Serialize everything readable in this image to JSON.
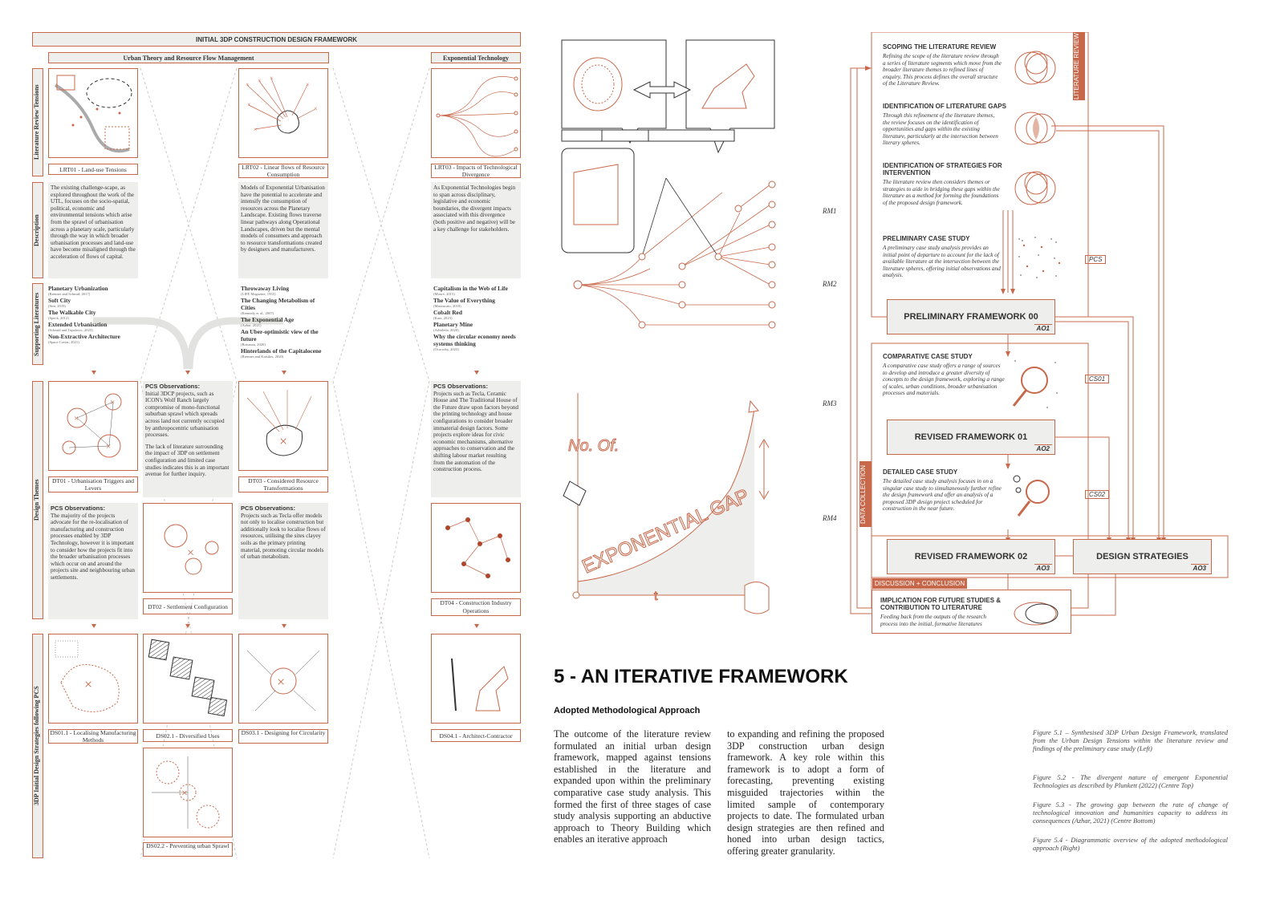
{
  "left_panel": {
    "title": "INITIAL 3DP CONSTRUCTION DESIGN FRAMEWORK",
    "col_header_urban": "Urban Theory and Resource Flow Management",
    "col_header_exp": "Exponential Technology",
    "row_labels": {
      "lrt": "Literature Review Tensions",
      "desc": "Description",
      "lit": "Supporting Literatures",
      "themes": "Design Themes",
      "strategies": "3DP Initial Design Strategies following PCS"
    },
    "lrt_labels": [
      "LRT01 - Land-use Tensions",
      "LRT02 - Linear flows of Resource Consumption",
      "LRT03 - Impacts of Technological Divergence"
    ],
    "descriptions": [
      "The existing challenge-scape, as explored throughout the work of the UTL, focuses on the socio-spatial, political, economic and environmental tensions which arise from the sprawl of urbanisation across a planetary scale, particularly through the way in which broader urbanisation processes and land-use have become misaligned through the acceleration of flows of capital.",
      "Models of Exponential Urbanisation have the potential to accelerate and intensify the consumption of resources across the Planetary Landscape. Existing flows traverse linear pathways along Operational Landscapes, driven but the mental models of consumers and approach to resource transformations created by designers and manufacturers.",
      "As Exponential Technologies begin to span across disciplinary, legislative and economic boundaries, the divergent impacts associated with this divergence (both positive and negative) will be a key challenge for stakeholders."
    ],
    "lit_col1": [
      {
        "t": "Planetary Urbanization",
        "r": "(Brenner and Schmid, 2017)"
      },
      {
        "t": "Soft City",
        "r": "(Sim, 2019)"
      },
      {
        "t": "The Walkable City",
        "r": "(Speck, 2012)"
      },
      {
        "t": "Extended Urbanisation",
        "r": "(Schmid and Topalovic, 2023)"
      },
      {
        "t": "Non-Extractive Architecture",
        "r": "(Space Caviar, 2021)"
      }
    ],
    "lit_col2": [
      {
        "t": "Throwaway Living",
        "r": "(LIFE Magazine, 1955)"
      },
      {
        "t": "The Changing Metabolism of Cities",
        "r": "(Kennedy et al., 2007)"
      },
      {
        "t": "The Exponential Age",
        "r": "(Azhar, 2021)"
      },
      {
        "t": "An Uber-optimistic view of the future",
        "r": "(Botsman, 2020)"
      },
      {
        "t": "Hinterlands of the Capitalocene",
        "r": "(Brenner and Katsikis, 2020)"
      }
    ],
    "lit_col3": [
      {
        "t": "Capitalism in the Web of Life",
        "r": "(Moore, 2015)"
      },
      {
        "t": "The Value of Everything",
        "r": "(Mazzucato, 2018)"
      },
      {
        "t": "Cobalt Red",
        "r": "(Kara, 2023)"
      },
      {
        "t": "Planetary Mine",
        "r": "(Arboleda, 2020)"
      },
      {
        "t": "Why the circular economy needs systems thinking",
        "r": "(Ocorroby, 2023)"
      }
    ],
    "pcs_obs_a_title": "PCS Observations:",
    "pcs_obs_a": "Initial 3DCP projects, such as ICON's Wolf Ranch largely compromise of mono-functional suburban sprawl which spreads across land not currently occupied by anthropocentric urbanisation processes.",
    "pcs_obs_a2": "The lack of literature surrounding the impact of 3DP on settlement configuration and limited case studies indicates this is an important avenue for further inquiry.",
    "pcs_obs_b_title": "PCS Observations:",
    "pcs_obs_b": "Projects such as Tecla, Ceramic House and The Traditional House of the Future draw upon factors beyond the printing technology and house configurations to consider broader immaterial design factors. Some projects explore ideas for civic economic mechanisms, alternative approaches to conservation and the shifting labour market resulting from the automation of the construction process.",
    "pcs_obs_c_title": "PCS Observations:",
    "pcs_obs_c": "The majority of the projects advocate for the re-localisation of manufacturing and construction processes enabled by 3DP Technology, however it is important to consider how the projects fit into the broader urbanisation processes which occur on and around the projects site and neighbouring urban settlements.",
    "pcs_obs_d_title": "PCS Observations:",
    "pcs_obs_d": "Projects such as Tecla offer models not only to localise construction but additionally look to localise flows of resources, utilising the sites clayey soils as the primary printing material, promoting circular models of urban metabolism.",
    "dt_labels": [
      "DT01 - Urbanisation Triggers and Levers",
      "DT03 - Considered Resource Transformations",
      "DT02 - Settlement Configuration",
      "DT04 - Construction Industry Operations"
    ],
    "ds_labels": [
      "DS01.1 - Localising Manufacturing Methods",
      "DS02.1 - Diversified Uses",
      "DS03.1 - Designing for Circularity",
      "DS04.1 - Architect-Contractor",
      "DS02.2 - Preventing urban Sprawl"
    ]
  },
  "center_panel": {
    "rm_labels": [
      "RM1",
      "RM2",
      "RM3",
      "RM4"
    ],
    "chart_axis_y": "No. Of.",
    "chart_axis_x": "t",
    "chart_curve_label": "EXPONENTIAL GAP",
    "heading": "5 - AN ITERATIVE FRAMEWORK",
    "subheading": "Adopted Methodological Approach",
    "para1": "The outcome of the literature review formulated an initial urban design framework, mapped against tensions established in the literature and expanded upon within the preliminary comparative case study analysis. This formed the first of three stages of case study analysis supporting an abductive approach to Theory Building which enables an iterative approach",
    "para2": "to expanding and refining the proposed 3DP construction urban design framework. A key role within this framework is to adopt a form of forecasting, preventing existing misguided trajectories within the limited sample of contemporary projects to date. The formulated urban design strategies are then refined and honed into urban design tactics, offering greater granularity."
  },
  "right_panel": {
    "tags": {
      "lit": "LITERATURE REVIEW",
      "data": "DATA COLLECTION",
      "disc": "DISCUSSION + CONCLUSION"
    },
    "stages": [
      {
        "title": "SCOPING THE LITERATURE REVIEW",
        "text": "Refining the scope of the literature review through a series of literature segments which move from the broader literature themes to refined lines of enquiry. This process defines the overall structure of the Literature Review."
      },
      {
        "title": "IDENTIFICATION OF LITERATURE GAPS",
        "text": "Through this refinement of the literature themes, the review focuses on the identification of opportunities and gaps within the existing literature, particularly at the intersection between literary spheres."
      },
      {
        "title": "IDENTIFICATION OF STRATEGIES FOR INTERVENTION",
        "text": "The literature review then considers themes or strategies to aide in bridging these gaps within the literature as a method for forming the foundations of the proposed design framework."
      },
      {
        "title": "PRELIMINARY CASE STUDY",
        "text": "A preliminary case study analysis provides an initial point of departure to account for the lack of available literature at the intersection between the literature spheres, offering initial observations and analysis."
      },
      {
        "title": "COMPARATIVE CASE STUDY",
        "text": "A comparative case study offers a range of sources to develop and introduce a greater diversity of concepts to the design framework, exploring a range of scales, urban conditions, broader urbanisation processes and materials."
      },
      {
        "title": "DETAILED CASE STUDY",
        "text": "The detailed case study analysis focuses in on a singular case study to simultaneously further refine the design framework and offer an analysis of a proposed 3DP design project scheduled for construction in the near future."
      },
      {
        "title": "IMPLICATION FOR FUTURE STUDIES & CONTRIBUTION TO LITERATURE",
        "text": "Feeding back from the outputs of the research process into the initial, formative literatures"
      }
    ],
    "frameworks": [
      "PRELIMINARY FRAMEWORK 00",
      "REVISED FRAMEWORK 01",
      "REVISED FRAMEWORK 02",
      "DESIGN STRATEGIES"
    ],
    "ao_labels": [
      "AO1",
      "AO2",
      "AO3",
      "AO3"
    ],
    "side_tags": [
      "PCS",
      "CS01",
      "CS02"
    ]
  },
  "captions": [
    "Figure 5.1 – Synthesised 3DP Urban Design Framework, translated from the Urban Design Tensions within the literature review and findings of the preliminary case study (Left)",
    "Figure 5.2 - The divergent nature of emergent Exponential Technologies as described by Plunkett (2022) (Centre Top)",
    "Figure 5.3 - The growing gap between the rate of change of technological innovation and humanities capacity to address its consequences (Azhar, 2021) (Centre Bottom)",
    "Figure 5.4 - Diagrammatic overview of the adopted methodological approach (Right)"
  ],
  "colors": {
    "accent": "#c8684a",
    "panel_grey": "#eeeeec",
    "text": "#333333"
  }
}
